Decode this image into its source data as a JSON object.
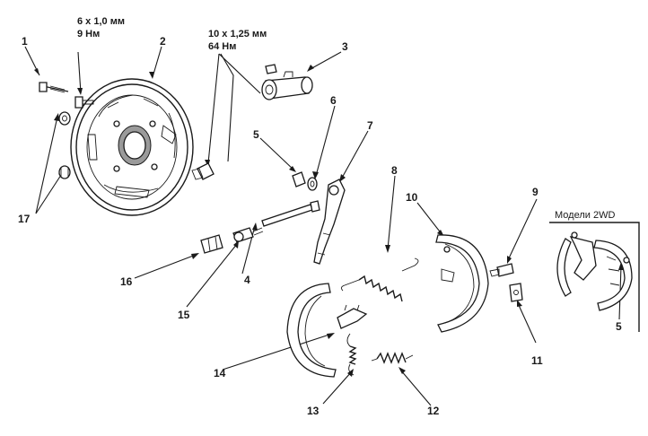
{
  "torques": {
    "small_bolt_size": "6 x 1,0 мм",
    "small_bolt_torque": "9 Нм",
    "large_bolt_size": "10 x 1,25 мм",
    "large_bolt_torque": "64 Нм"
  },
  "inset": {
    "title": "Модели 2WD"
  },
  "callouts": [
    "1",
    "2",
    "3",
    "4",
    "5",
    "6",
    "7",
    "8",
    "9",
    "10",
    "11",
    "12",
    "13",
    "14",
    "15",
    "16",
    "17",
    "5"
  ]
}
